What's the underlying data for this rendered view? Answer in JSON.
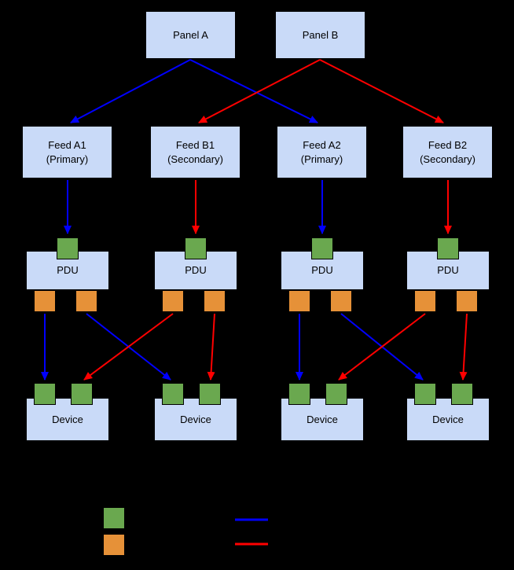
{
  "diagram": {
    "panels": [
      {
        "label": "Panel A"
      },
      {
        "label": "Panel B"
      }
    ],
    "feeds": [
      {
        "label": "Feed A1\n(Primary)"
      },
      {
        "label": "Feed B1\n(Secondary)"
      },
      {
        "label": "Feed A2\n(Primary)"
      },
      {
        "label": "Feed B2\n(Secondary)"
      }
    ],
    "pdus": [
      {
        "label": "PDU"
      },
      {
        "label": "PDU"
      },
      {
        "label": "PDU"
      },
      {
        "label": "PDU"
      }
    ],
    "devices": [
      {
        "label": "Device"
      },
      {
        "label": "Device"
      },
      {
        "label": "Device"
      },
      {
        "label": "Device"
      }
    ],
    "legend": {
      "items": [
        {
          "swatch": "input-port-swatch",
          "color": "#6aa84f"
        },
        {
          "swatch": "output-port-swatch",
          "color": "#e69138"
        },
        {
          "swatch": "primary-power-line",
          "color": "#0000ff"
        },
        {
          "swatch": "secondary-power-line",
          "color": "#ff0000"
        }
      ]
    },
    "colors": {
      "background": "#000000",
      "node_fill": "#c9daf8",
      "node_border": "#000000",
      "input_port": "#6aa84f",
      "output_port": "#e69138",
      "primary_power": "#0000ff",
      "secondary_power": "#ff0000"
    }
  }
}
